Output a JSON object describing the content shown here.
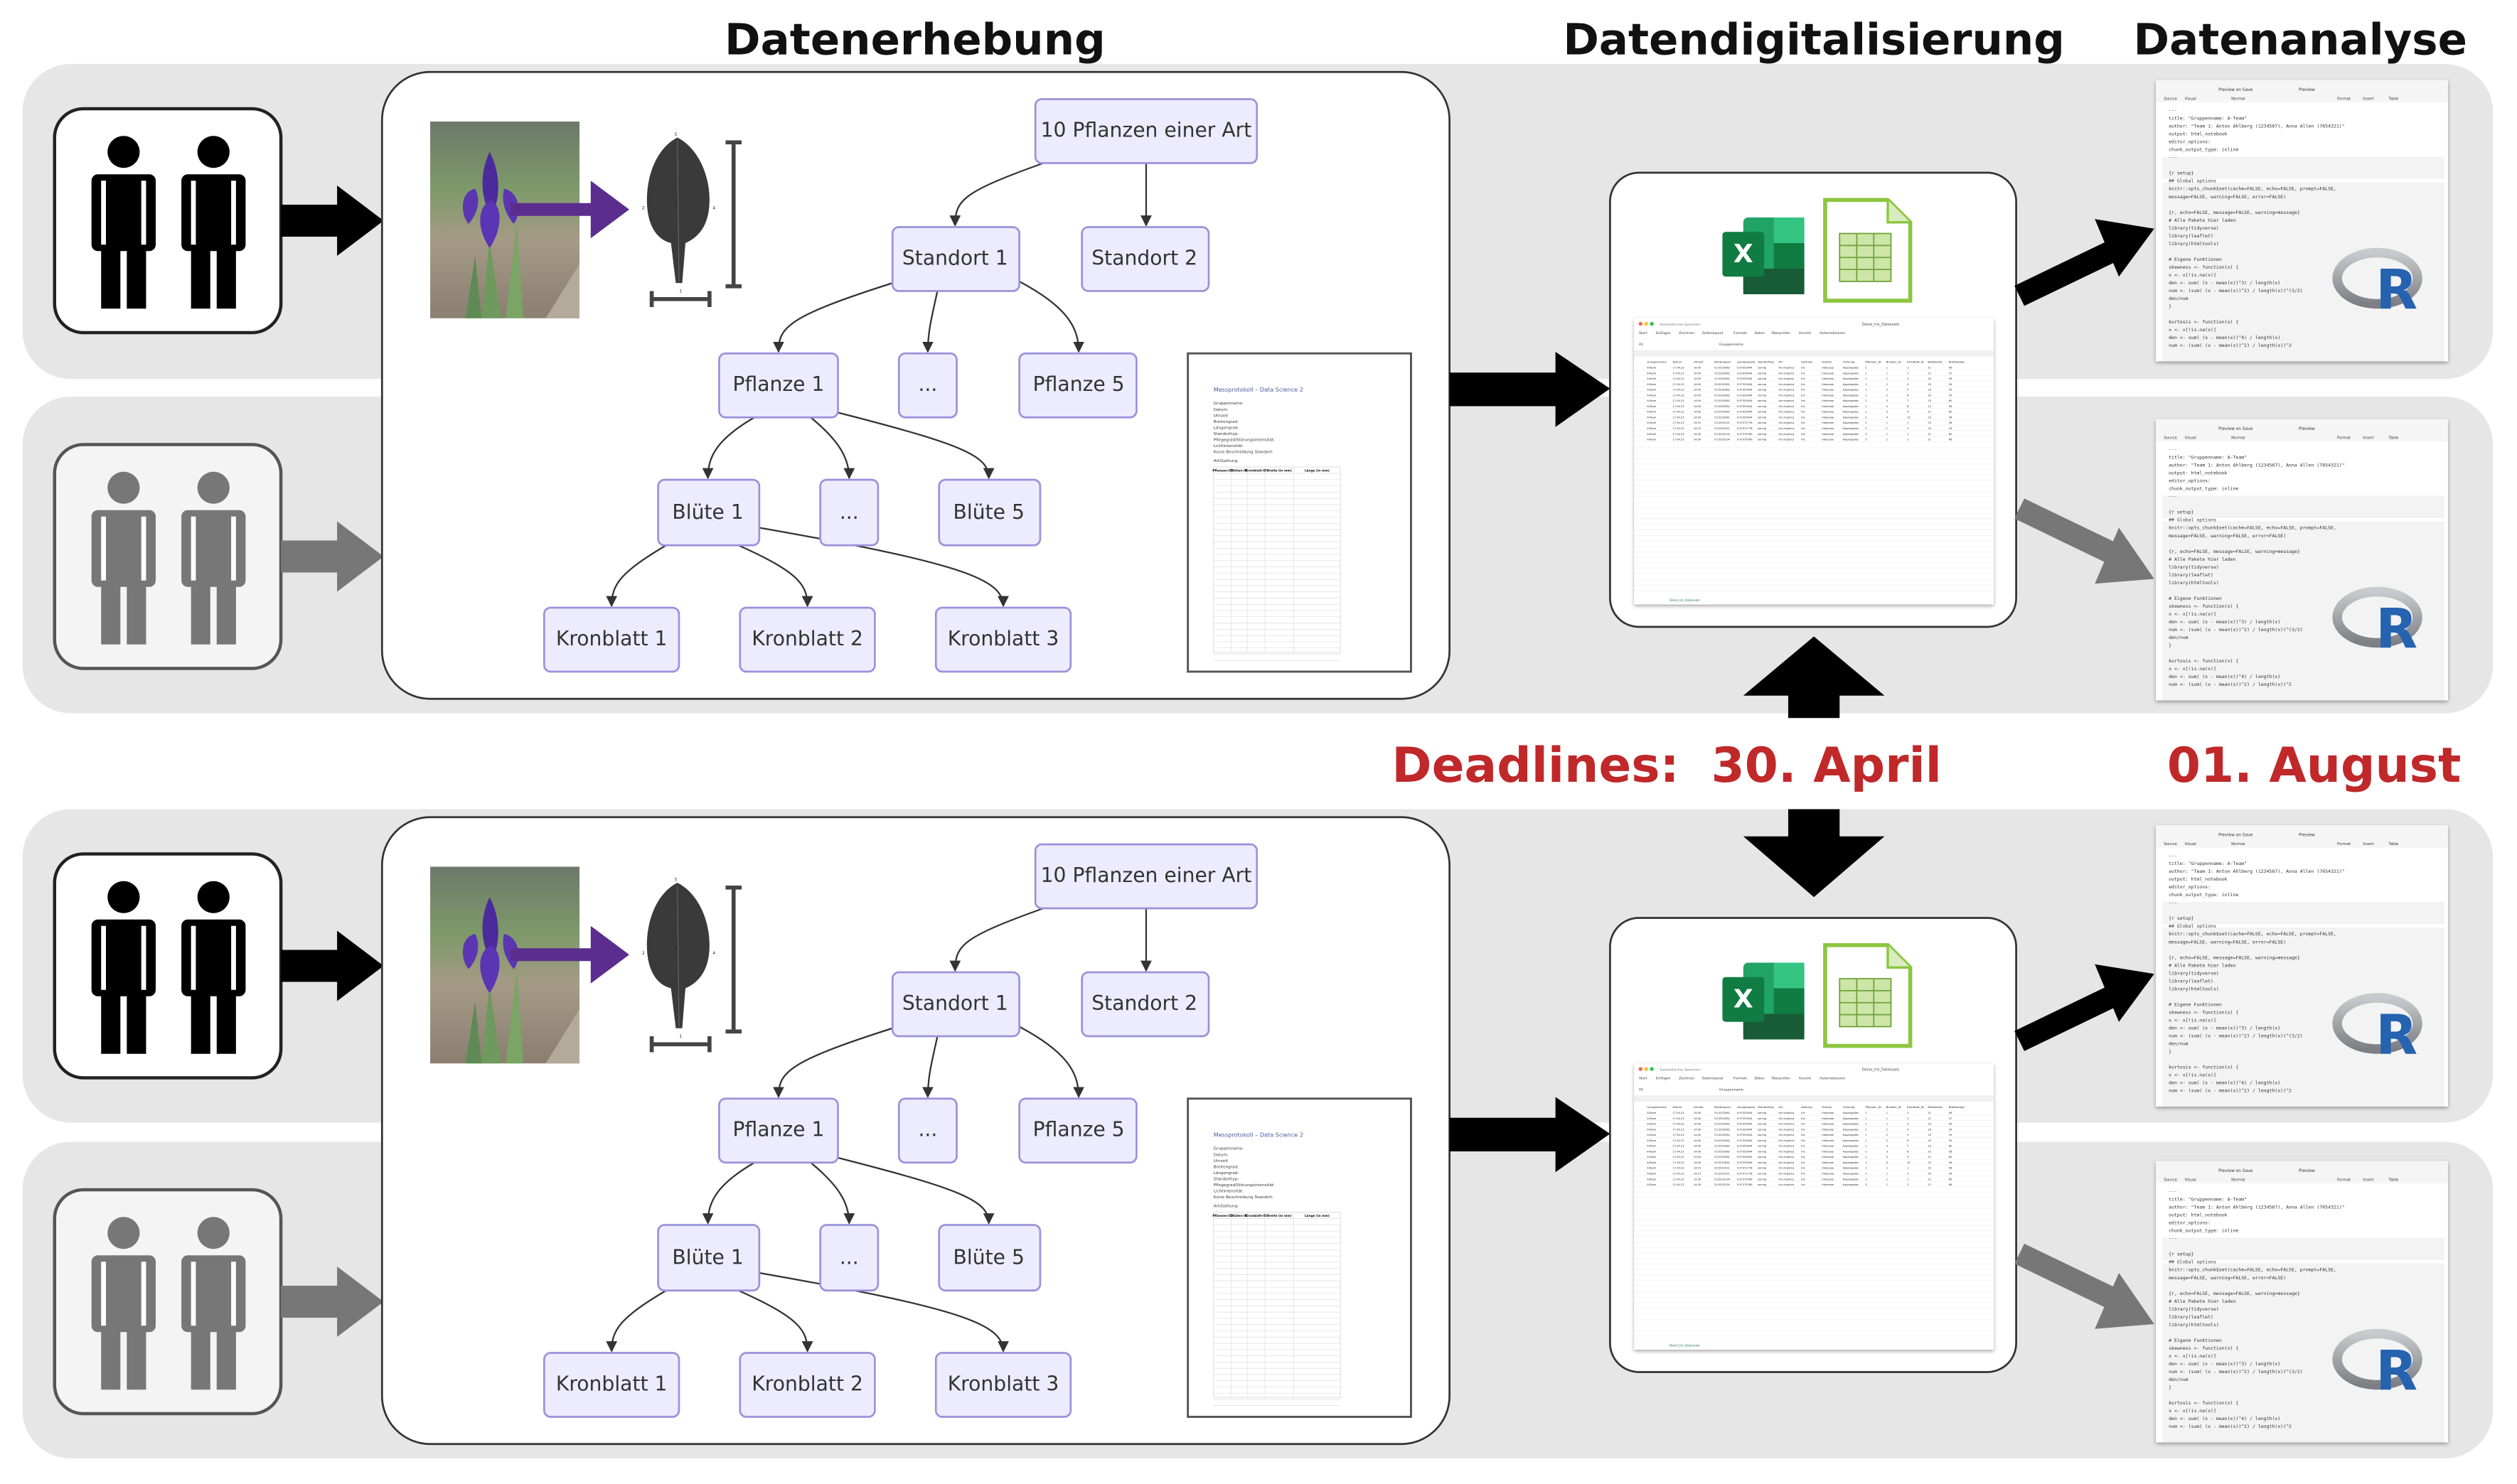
{
  "headings": {
    "collection": "Datenerhebung",
    "digitization": "Datendigitalisierung",
    "analysis": "Datenanalyse"
  },
  "deadlines": {
    "label": "Deadlines:",
    "first": "30. April",
    "second": "01. August",
    "color": "#c0282a"
  },
  "tree": {
    "root": "10 Pflanzen einer Art",
    "site1": "Standort 1",
    "site2": "Standort 2",
    "plant1": "Pflanze 1",
    "plant_more": "...",
    "plant5": "Pflanze 5",
    "flower1": "Blüte 1",
    "flower_more": "...",
    "flower5": "Blüte 5",
    "petal1": "Kronblatt 1",
    "petal2": "Kronblatt 2",
    "petal3": "Kronblatt 3"
  },
  "leaf_landmarks": [
    "1",
    "2",
    "3",
    "4",
    "5"
  ],
  "protocol": {
    "title": "Messprotokoll – Data Science 2",
    "fields": [
      "Gruppenname:",
      "Datum:",
      "Uhrzeit",
      "Breitengrad:",
      "Längengrad:",
      "Standorttyp:",
      "Pflegegrad/Störungsintensität:",
      "Lichtintensität:",
      "Kurze Beschreibung Standort:"
    ],
    "species_label": "Art/Gattung:",
    "columns": [
      "Pflanzen-ID",
      "Blüten-ID",
      "Kronblatt-ID",
      "Breite (in mm)",
      "Länge (in mm)"
    ]
  },
  "spreadsheet": {
    "autosave": "Automatisches Speichern",
    "filename": "Demo_Iris_Datensatz",
    "menu": [
      "Start",
      "Einfügen",
      "Zeichnen",
      "Seitenlayout",
      "Formeln",
      "Daten",
      "Überprüfen",
      "Ansicht",
      "Automatisieren"
    ],
    "cell_ref": "A1",
    "formula": "Gruppenname",
    "columns": [
      "Gruppenname",
      "Datum",
      "Uhrzeit",
      "Breitengrad",
      "Laengengrad",
      "Standorttyp",
      "Art",
      "Gattung",
      "Familie",
      "Ordnung",
      "Pflanzen_ID",
      "Blueten_ID",
      "Kronblatt_ID",
      "Blattbreite",
      "Blattlaenge"
    ],
    "rows": [
      [
        "A-Team",
        "17.04.23",
        "14:00",
        "53.5532982",
        "9.97353044",
        "sonnig",
        "Iris virginica",
        "Iris",
        "Iridaceae",
        "Asparagales",
        "1",
        "1",
        "1",
        "21",
        "56"
      ],
      [
        "A-Team",
        "17.04.23",
        "14:00",
        "53.5532982",
        "9.97353044",
        "sonnig",
        "Iris virginica",
        "Iris",
        "Iridaceae",
        "Asparagales",
        "1",
        "1",
        "2",
        "21",
        "57"
      ],
      [
        "A-Team",
        "17.04.23",
        "14:00",
        "53.5532982",
        "9.97353044",
        "sonnig",
        "Iris virginica",
        "Iris",
        "Iridaceae",
        "Asparagales",
        "1",
        "1",
        "3",
        "20",
        "56"
      ],
      [
        "A-Team",
        "17.04.23",
        "14:00",
        "53.5532982",
        "9.97353044",
        "sonnig",
        "Iris virginica",
        "Iris",
        "Iridaceae",
        "Asparagales",
        "1",
        "2",
        "4",
        "18",
        "54"
      ],
      [
        "A-Team",
        "17.04.23",
        "14:00",
        "53.5532982",
        "9.97353044",
        "sonnig",
        "Iris virginica",
        "Iris",
        "Iridaceae",
        "Asparagales",
        "1",
        "2",
        "5",
        "20",
        "55"
      ],
      [
        "A-Team",
        "17.04.23",
        "14:00",
        "53.5532982",
        "9.97353044",
        "sonnig",
        "Iris virginica",
        "Iris",
        "Iridaceae",
        "Asparagales",
        "1",
        "2",
        "6",
        "20",
        "55"
      ],
      [
        "A-Team",
        "17.04.23",
        "14:00",
        "53.5532982",
        "9.97353044",
        "sonnig",
        "Iris virginica",
        "Iris",
        "Iridaceae",
        "Asparagales",
        "1",
        "3",
        "7",
        "23",
        "60"
      ],
      [
        "A-Team",
        "17.04.23",
        "14:00",
        "53.5532982",
        "9.97353044",
        "sonnig",
        "Iris virginica",
        "Iris",
        "Iridaceae",
        "Asparagales",
        "1",
        "3",
        "8",
        "22",
        "58"
      ],
      [
        "A-Team",
        "17.04.23",
        "14:00",
        "53.5532982",
        "9.97353044",
        "sonnig",
        "Iris virginica",
        "Iris",
        "Iridaceae",
        "Asparagales",
        "1",
        "3",
        "9",
        "21",
        "60"
      ],
      [
        "A-Team",
        "17.04.23",
        "14:00",
        "53.5532982",
        "9.97353044",
        "sonnig",
        "Iris virginica",
        "Iris",
        "Iridaceae",
        "Asparagales",
        "1",
        "4",
        "10",
        "23",
        "56"
      ],
      [
        "A-Team",
        "17.04.23",
        "14:15",
        "53.5531521",
        "9.97371778",
        "sonnig",
        "Iris virginica",
        "Iris",
        "Iridaceae",
        "Asparagales",
        "2",
        "1",
        "1",
        "23",
        "58"
      ],
      [
        "A-Team",
        "17.04.23",
        "14:15",
        "53.5531521",
        "9.97371778",
        "sonnig",
        "Iris virginica",
        "Iris",
        "Iridaceae",
        "Asparagales",
        "2",
        "1",
        "2",
        "20",
        "54"
      ],
      [
        "A-Team",
        "17.04.23",
        "14:30",
        "53.5533134",
        "9.97375789",
        "sonnig",
        "Iris virginica",
        "Iris",
        "Iridaceae",
        "Asparagales",
        "3",
        "1",
        "1",
        "21",
        "65"
      ],
      [
        "A-Team",
        "17.04.23",
        "14:30",
        "53.5533134",
        "9.97375789",
        "sonnig",
        "Iris virginica",
        "Iris",
        "Iridaceae",
        "Asparagales",
        "3",
        "1",
        "2",
        "21",
        "66"
      ]
    ],
    "sheet_tab": "Demo_Iris_Datensatz"
  },
  "rstudio": {
    "toolbar": [
      "Preview on Save",
      "Preview"
    ],
    "modes": [
      "Source",
      "Visual"
    ],
    "format_menus": [
      "Normal",
      "Format",
      "Insert",
      "Table"
    ],
    "code": [
      "---",
      "title: \"Gruppenname: A-Team\"",
      "author: \"Team 1: Anton Ahlberg (1234567), Anna Allen (7654321)\"",
      "output: html_notebook",
      "editor_options:",
      "  chunk_output_type: inline",
      "---",
      "",
      "{r setup}",
      "## Global options",
      "knitr::opts_chunk$set(cache=FALSE, echo=FALSE, prompt=FALSE,",
      "  message=FALSE, warning=FALSE, error=FALSE)",
      "",
      "{r, echo=FALSE, message=FALSE, warning=message}",
      "# Alle Pakete hier laden",
      "library(tidyverse)",
      "library(leaflet)",
      "library(htmltools)",
      "",
      "# Eigene Funktionen",
      "skewness <- function(x) {",
      "  x <- x[!is.na(x)]",
      "  den <- sum( (x - mean(x))^3) / length(x)",
      "  num <- (sum( (x - mean(x))^2) / length(x))^(3/2)",
      "  den/num",
      "}",
      "",
      "kurtosis <- function(x) {",
      "  x <- x[!is.na(x)]",
      "  den <- sum( (x - mean(x))^4) / length(x)",
      "  num <- (sum( (x - mean(x))^2) / length(x))^2"
    ],
    "logo_letter": "R"
  },
  "colors": {
    "band": "#e6e6e6",
    "node_fill": "#ececfe",
    "node_stroke": "#9b92db",
    "iris_arrow": "#5b2d8e",
    "active_team": "#000000",
    "second_team": "#777777",
    "r_blue": "#2563b0"
  }
}
